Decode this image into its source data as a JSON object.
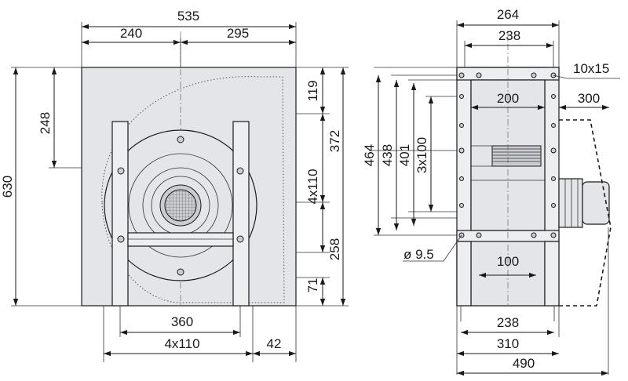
{
  "front_view": {
    "dims": {
      "width_total": "535",
      "width_left": "240",
      "width_right": "295",
      "height_total": "630",
      "height_left": "248",
      "right_top": "119",
      "right_mid": "4x110",
      "right_bottom": "258",
      "right_foot": "71",
      "right_outer": "372",
      "bottom_inner": "360",
      "bottom_outer": "4x110",
      "bottom_right": "42"
    }
  },
  "side_view": {
    "dims": {
      "top_outer": "264",
      "top_inner": "238",
      "inlet_width": "200",
      "slot": "10x15",
      "motor_offset": "300",
      "h1": "464",
      "h2": "438",
      "h3": "401",
      "hole_pitch": "3x100",
      "hole_dia": "ø 9.5",
      "foot_pitch": "100",
      "bottom1": "238",
      "bottom2": "310",
      "bottom3": "490"
    }
  }
}
